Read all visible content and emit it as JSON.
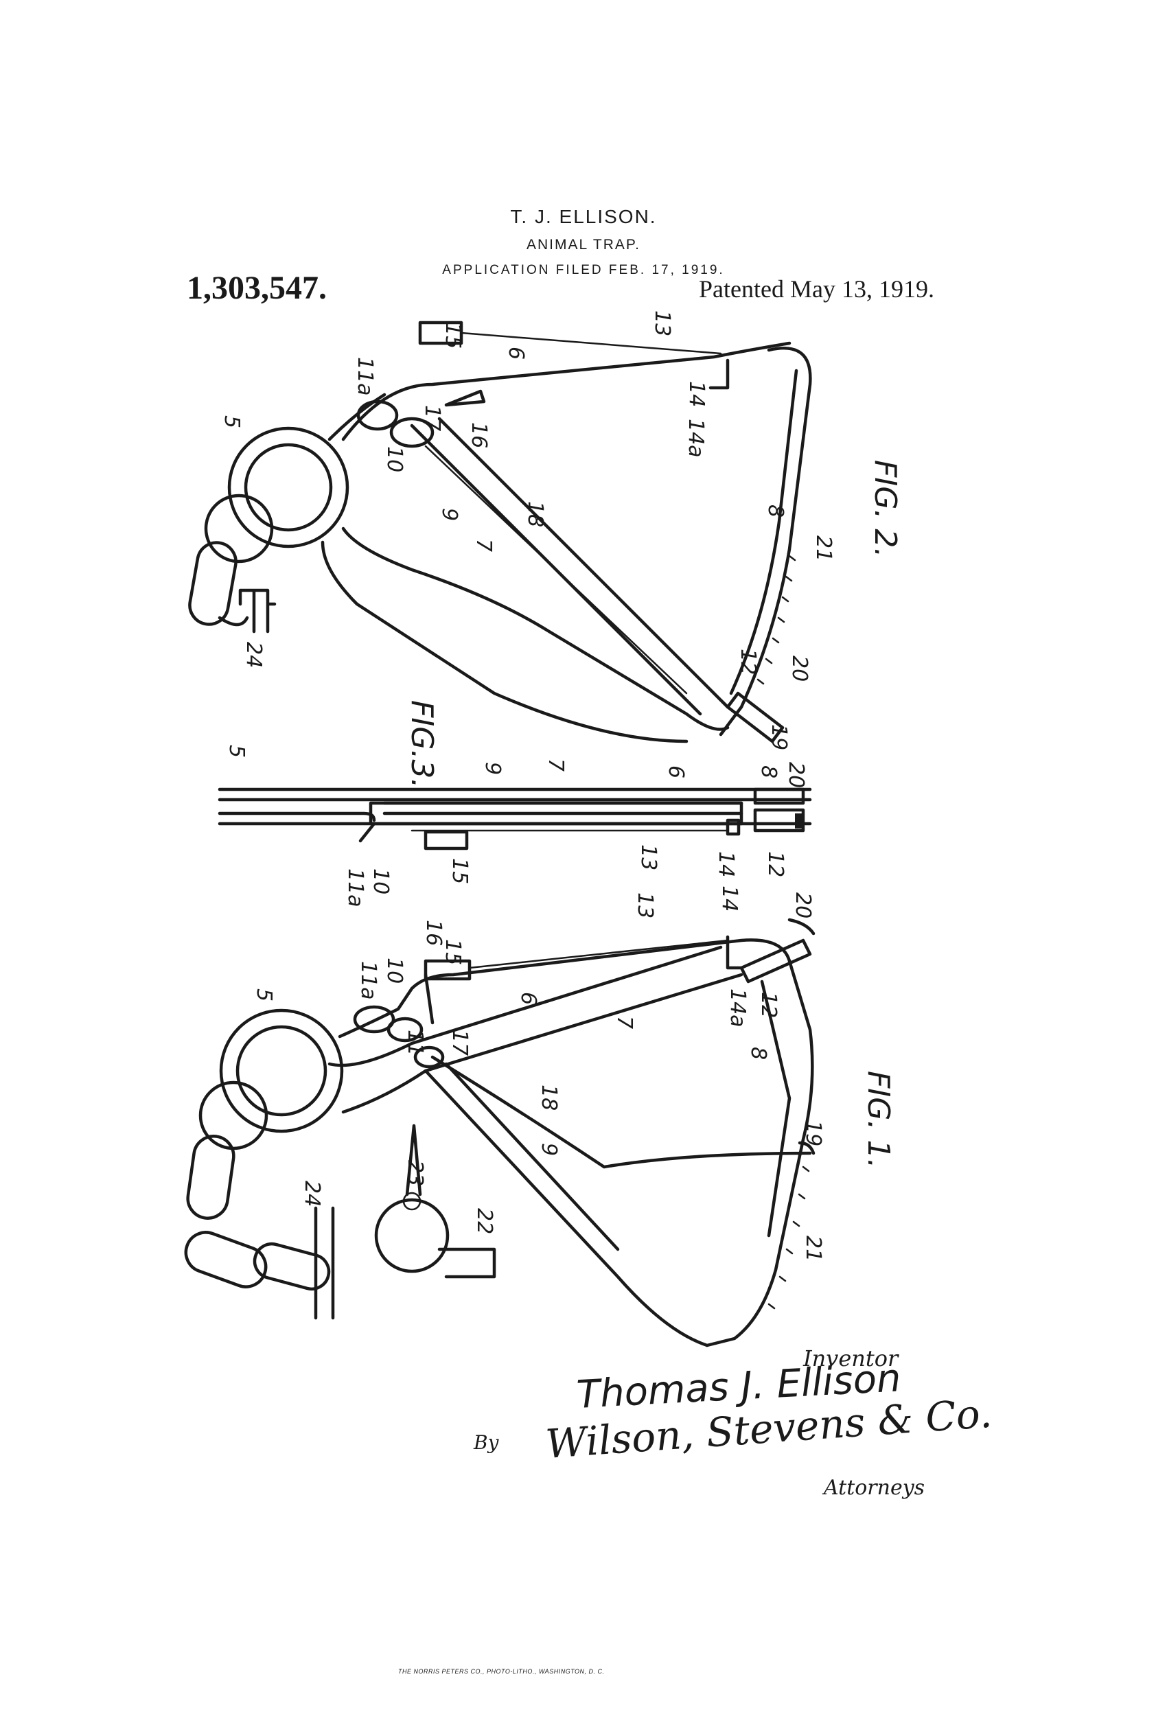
{
  "header": {
    "inventor_name": "T. J. ELLISON.",
    "invention_title": "ANIMAL TRAP.",
    "application_filed": "APPLICATION FILED FEB. 17, 1919.",
    "patent_number": "1,303,547.",
    "patent_date": "Patented May 13, 1919."
  },
  "figures": {
    "fig1": {
      "label": "FIG. 1.",
      "refs": [
        "5",
        "10",
        "11a",
        "11",
        "16",
        "15",
        "17",
        "13",
        "14",
        "20",
        "6",
        "7",
        "14a",
        "12",
        "8",
        "18",
        "19",
        "9",
        "23",
        "22",
        "24",
        "21"
      ]
    },
    "fig2": {
      "label": "FIG. 2.",
      "refs": [
        "15",
        "13",
        "6",
        "11a",
        "14",
        "14a",
        "5",
        "17",
        "16",
        "10",
        "9",
        "18",
        "8",
        "7",
        "21",
        "24",
        "12",
        "20",
        "19"
      ]
    },
    "fig3": {
      "label": "FIG.3.",
      "refs": [
        "5",
        "9",
        "7",
        "6",
        "8",
        "20",
        "11a",
        "10",
        "15",
        "13",
        "14",
        "12"
      ]
    }
  },
  "signatures": {
    "inventor_caption": "Inventor",
    "inventor_signature": "Thomas J. Ellison",
    "by_label": "By",
    "attorney_signature": "Wilson, Stevens & Co.",
    "attorneys_caption": "Attorneys"
  },
  "footer": {
    "printer_credit": "THE NORRIS PETERS CO., PHOTO-LITHO., WASHINGTON, D. C."
  }
}
